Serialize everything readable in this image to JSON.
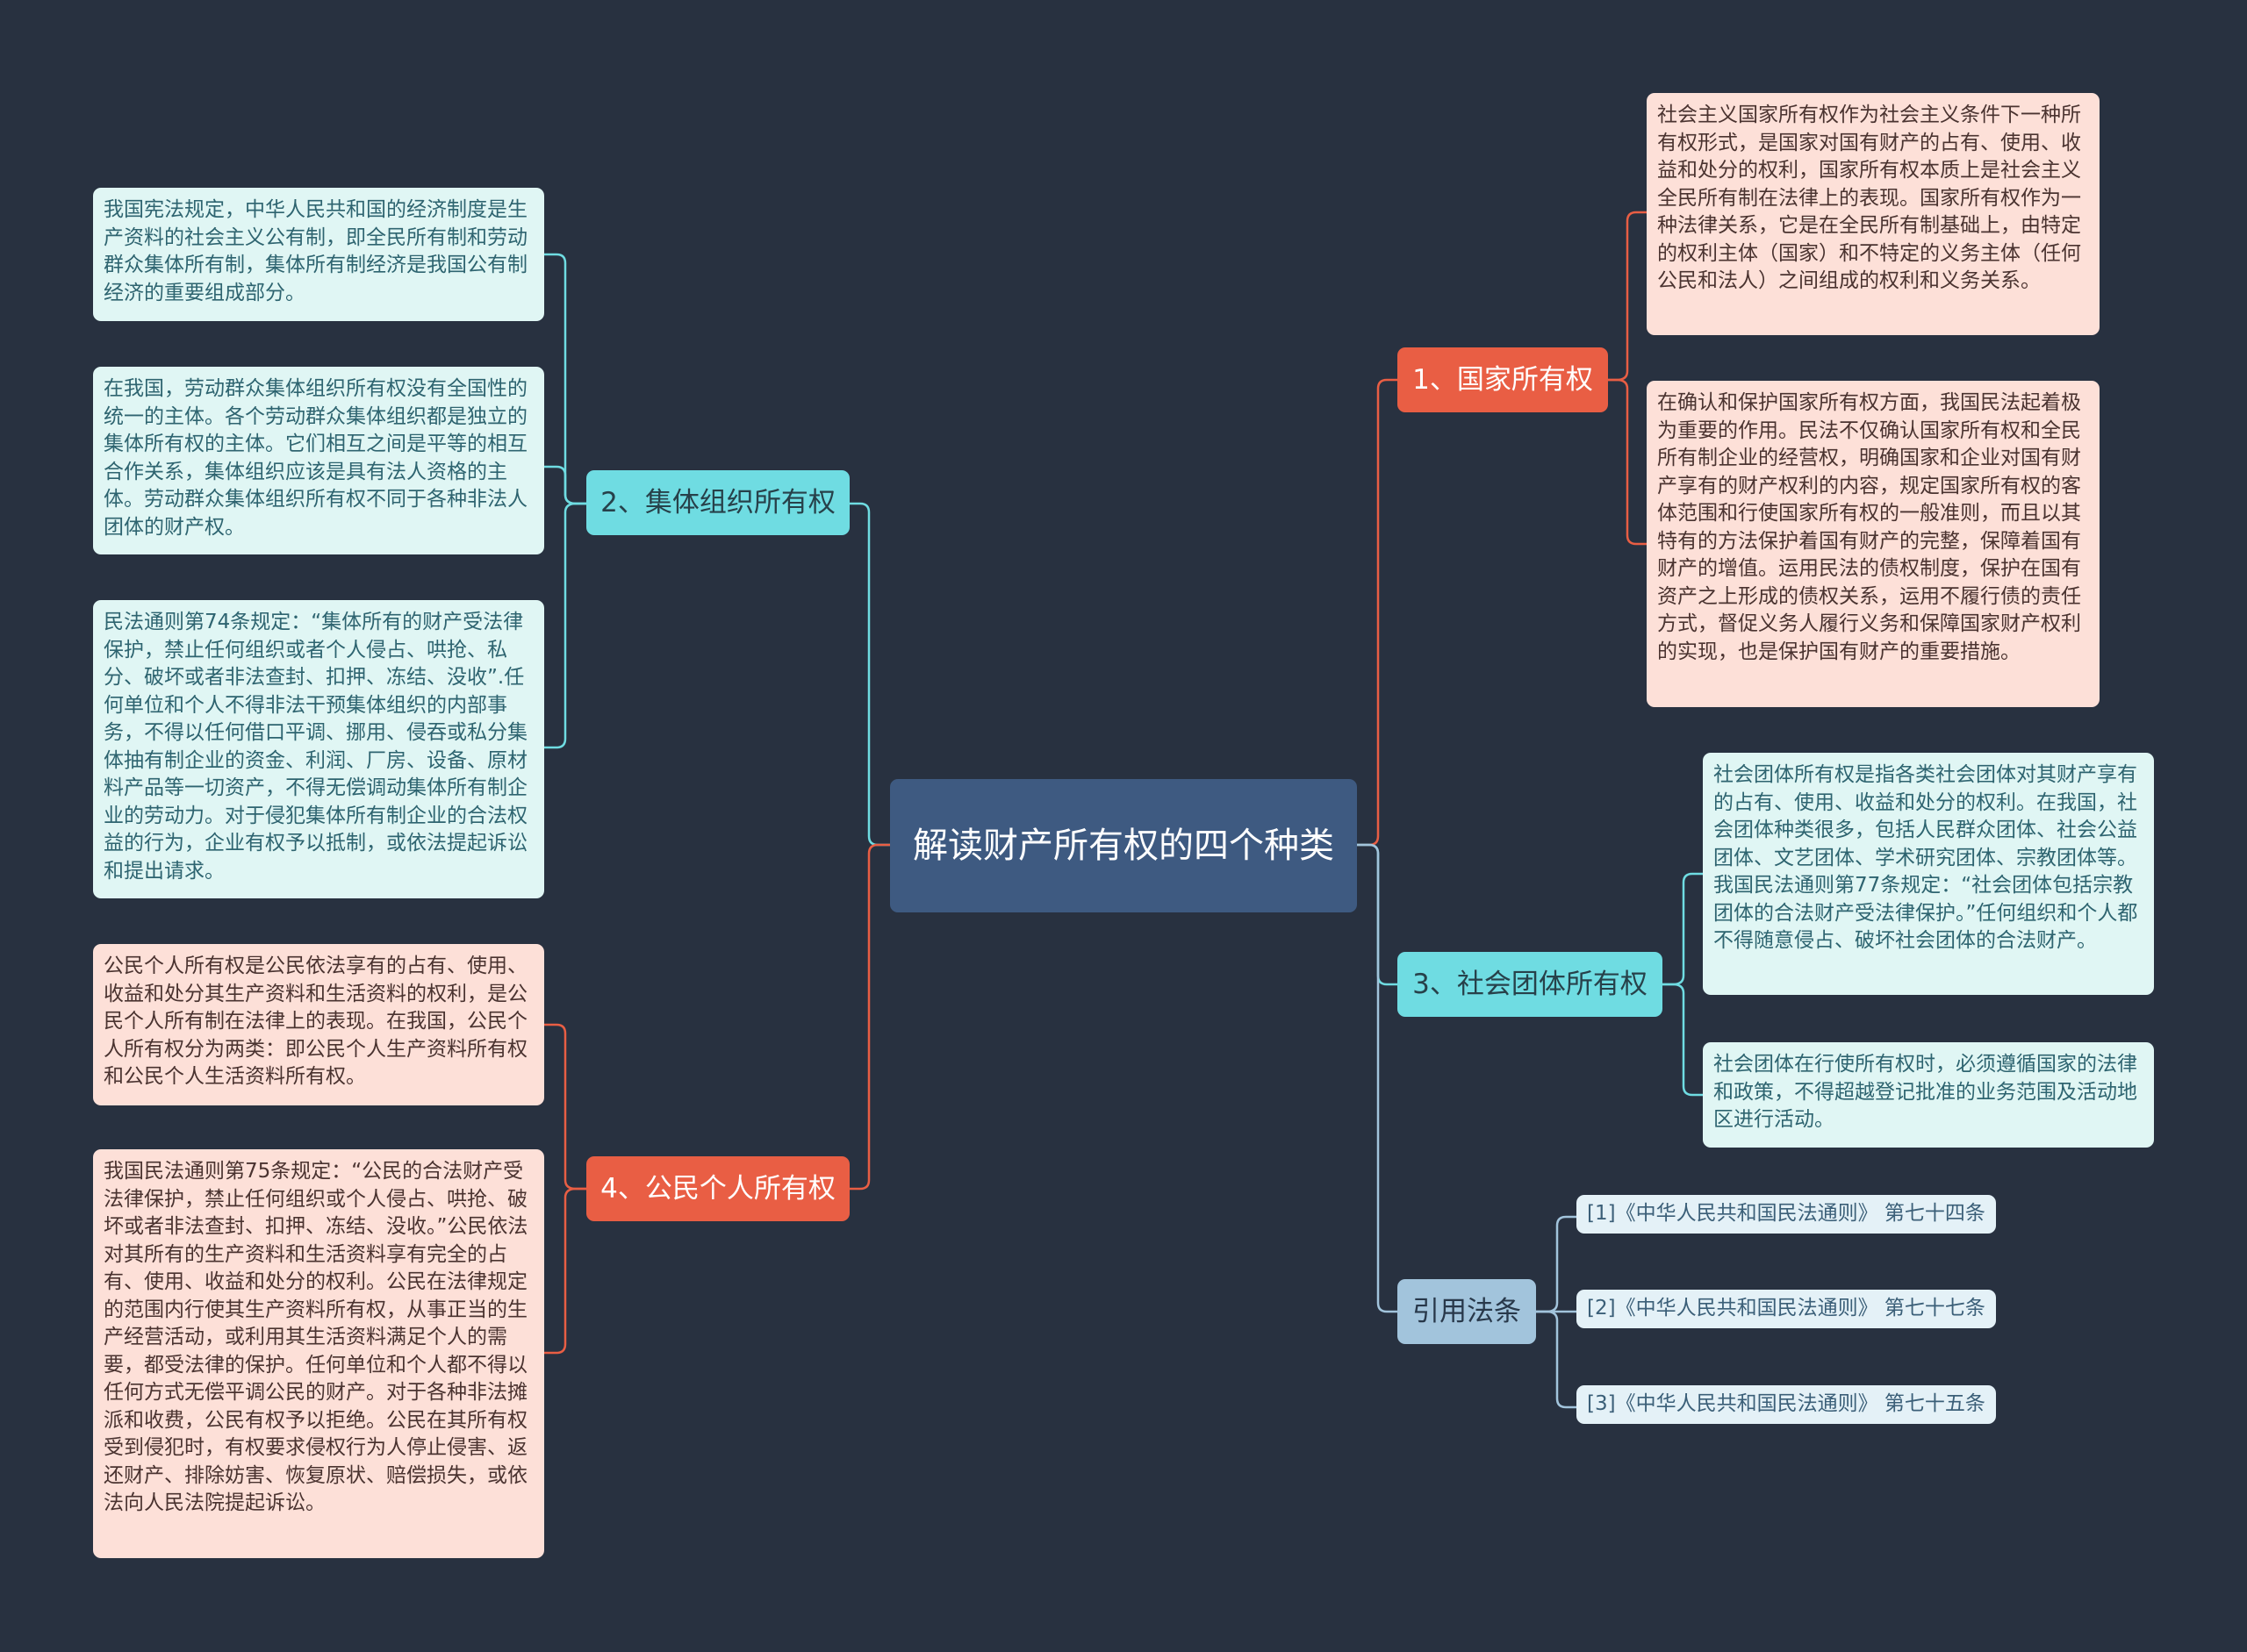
{
  "center": {
    "title": "解读财产所有权的四个种类"
  },
  "colors": {
    "background": "#283140",
    "center": "#3e5a81",
    "red": "#e95e44",
    "cyan": "#6fdce2",
    "blue": "#a2c4dc",
    "pink_leaf": "#fde0d8",
    "mint_leaf": "#e0f6f4"
  },
  "branches": {
    "state": {
      "label": "1、国家所有权",
      "notes": [
        "社会主义国家所有权作为社会主义条件下一种所有权形式，是国家对国有财产的占有、使用、收益和处分的权利，国家所有权本质上是社会主义全民所有制在法律上的表现。国家所有权作为一种法律关系，它是在全民所有制基础上，由特定的权利主体（国家）和不特定的义务主体（任何公民和法人）之间组成的权利和义务关系。",
        "在确认和保护国家所有权方面，我国民法起着极为重要的作用。民法不仅确认国家所有权和全民所有制企业的经营权，明确国家和企业对国有财产享有的财产权利的内容，规定国家所有权的客体范围和行使国家所有权的一般准则，而且以其特有的方法保护着国有财产的完整，保障着国有财产的增值。运用民法的债权制度，保护在国有资产之上形成的债权关系，运用不履行债的责任方式，督促义务人履行义务和保障国家财产权利的实现，也是保护国有财产的重要措施。"
      ]
    },
    "collective": {
      "label": "2、集体组织所有权",
      "notes": [
        "我国宪法规定，中华人民共和国的经济制度是生产资料的社会主义公有制，即全民所有制和劳动群众集体所有制，集体所有制经济是我国公有制经济的重要组成部分。",
        "在我国，劳动群众集体组织所有权没有全国性的统一的主体。各个劳动群众集体组织都是独立的集体所有权的主体。它们相互之间是平等的相互合作关系，集体组织应该是具有法人资格的主体。劳动群众集体组织所有权不同于各种非法人团体的财产权。",
        "民法通则第74条规定：“集体所有的财产受法律保护，禁止任何组织或者个人侵占、哄抢、私分、破坏或者非法查封、扣押、冻结、没收”.任何单位和个人不得非法干预集体组织的内部事务，不得以任何借口平调、挪用、侵吞或私分集体抽有制企业的资金、利润、厂房、设备、原材料产品等一切资产，不得无偿调动集体所有制企业的劳动力。对于侵犯集体所有制企业的合法权益的行为，企业有权予以抵制，或依法提起诉讼和提出请求。"
      ]
    },
    "social": {
      "label": "3、社会团体所有权",
      "notes": [
        "社会团体所有权是指各类社会团体对其财产享有的占有、使用、收益和处分的权利。在我国，社会团体种类很多，包括人民群众团体、社会公益团体、文艺团体、学术研究团体、宗教团体等。我国民法通则第77条规定：“社会团体包括宗教团体的合法财产受法律保护。”任何组织和个人都不得随意侵占、破坏社会团体的合法财产。",
        "社会团体在行使所有权时，必须遵循国家的法律和政策，不得超越登记批准的业务范围及活动地区进行活动。"
      ]
    },
    "citizen": {
      "label": "4、公民个人所有权",
      "notes": [
        "公民个人所有权是公民依法享有的占有、使用、收益和处分其生产资料和生活资料的权利，是公民个人所有制在法律上的表现。在我国，公民个人所有权分为两类：即公民个人生产资料所有权和公民个人生活资料所有权。",
        "我国民法通则第75条规定：“公民的合法财产受法律保护，禁止任何组织或个人侵占、哄抢、破坏或者非法查封、扣押、冻结、没收。”公民依法对其所有的生产资料和生活资料享有完全的占有、使用、收益和处分的权利。公民在法律规定的范围内行使其生产资料所有权，从事正当的生产经营活动，或利用其生活资料满足个人的需要，都受法律的保护。任何单位和个人都不得以任何方式无偿平调公民的财产。对于各种非法摊派和收费，公民有权予以拒绝。公民在其所有权受到侵犯时，有权要求侵权行为人停止侵害、返还财产、排除妨害、恢复原状、赔偿损失，或依法向人民法院提起诉讼。"
      ]
    },
    "references": {
      "label": "引用法条",
      "items": [
        "[1]《中华人民共和国民法通则》 第七十四条",
        "[2]《中华人民共和国民法通则》 第七十七条",
        "[3]《中华人民共和国民法通则》 第七十五条"
      ]
    }
  }
}
